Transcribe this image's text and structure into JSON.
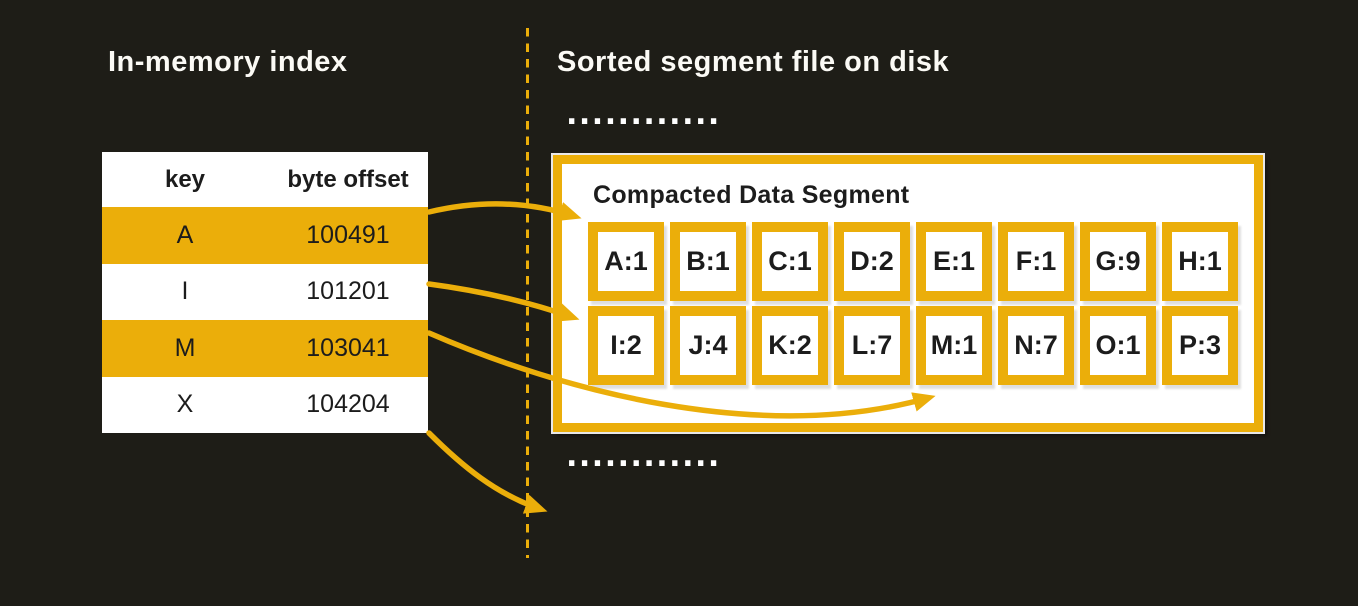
{
  "palette": {
    "background": "#1e1d17",
    "accent_gold": "#ebae0a",
    "paper_white": "#ffffff",
    "ink_black": "#1c1c1c",
    "title_white": "#fbfaf5"
  },
  "left": {
    "title": "In-memory index",
    "table": {
      "headers": {
        "key": "key",
        "offset": "byte offset"
      },
      "rows": [
        {
          "key": "A",
          "offset": "100491",
          "highlight": true
        },
        {
          "key": "I",
          "offset": "101201",
          "highlight": false
        },
        {
          "key": "M",
          "offset": "103041",
          "highlight": true
        },
        {
          "key": "X",
          "offset": "104204",
          "highlight": false
        }
      ]
    }
  },
  "divider": {
    "style": "vertical-dashed-gold-line"
  },
  "right": {
    "title": "Sorted segment file on disk",
    "ellipsis_top": "............",
    "segment": {
      "label": "Compacted Data Segment",
      "row1": [
        "A:1",
        "B:1",
        "C:1",
        "D:2",
        "E:1",
        "F:1",
        "G:9",
        "H:1"
      ],
      "row2": [
        "I:2",
        "J:4",
        "K:2",
        "L:7",
        "M:1",
        "N:7",
        "O:1",
        "P:3"
      ]
    },
    "ellipsis_bottom": "............"
  },
  "arrows": [
    {
      "name": "index-A-to-segment-A1"
    },
    {
      "name": "index-I-to-segment-I2"
    },
    {
      "name": "index-M-to-segment-M1"
    },
    {
      "name": "index-X-to-next-segment-below"
    }
  ]
}
